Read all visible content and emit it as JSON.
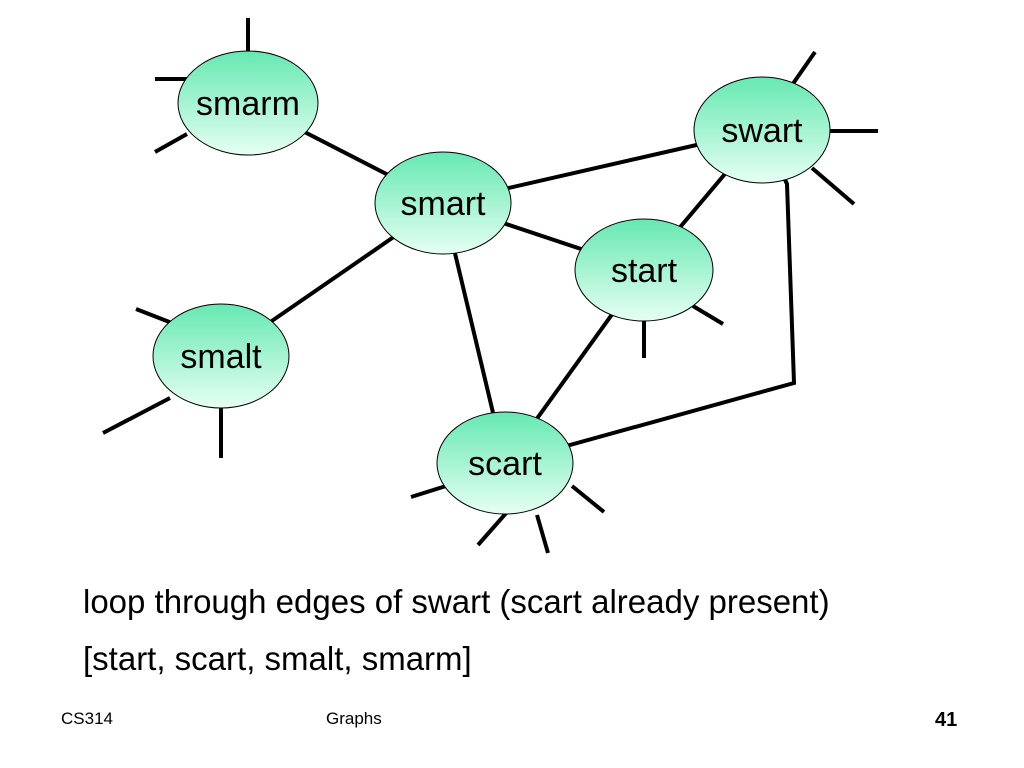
{
  "slide": {
    "course": "CS314",
    "topic": "Graphs",
    "page_number": "41"
  },
  "graph": {
    "nodes": [
      {
        "id": "smarm",
        "label": "smarm"
      },
      {
        "id": "swart",
        "label": "swart"
      },
      {
        "id": "smart",
        "label": "smart"
      },
      {
        "id": "start",
        "label": "start"
      },
      {
        "id": "smalt",
        "label": "smalt"
      },
      {
        "id": "scart",
        "label": "scart"
      }
    ],
    "edges": [
      {
        "from": "smarm",
        "to": "smart"
      },
      {
        "from": "smart",
        "to": "swart"
      },
      {
        "from": "smart",
        "to": "start"
      },
      {
        "from": "smart",
        "to": "smalt"
      },
      {
        "from": "smart",
        "to": "scart"
      },
      {
        "from": "start",
        "to": "swart"
      },
      {
        "from": "start",
        "to": "scart"
      },
      {
        "from": "swart",
        "to": "scart"
      }
    ],
    "colors": {
      "node_fill_top": "#66e8b2",
      "node_fill_bottom": "#e6fff2",
      "edge": "#000000",
      "node_border": "#000000"
    }
  },
  "caption": {
    "line1": "loop through edges of swart (scart already present)",
    "line2": "[start, scart, smalt, smarm]"
  }
}
